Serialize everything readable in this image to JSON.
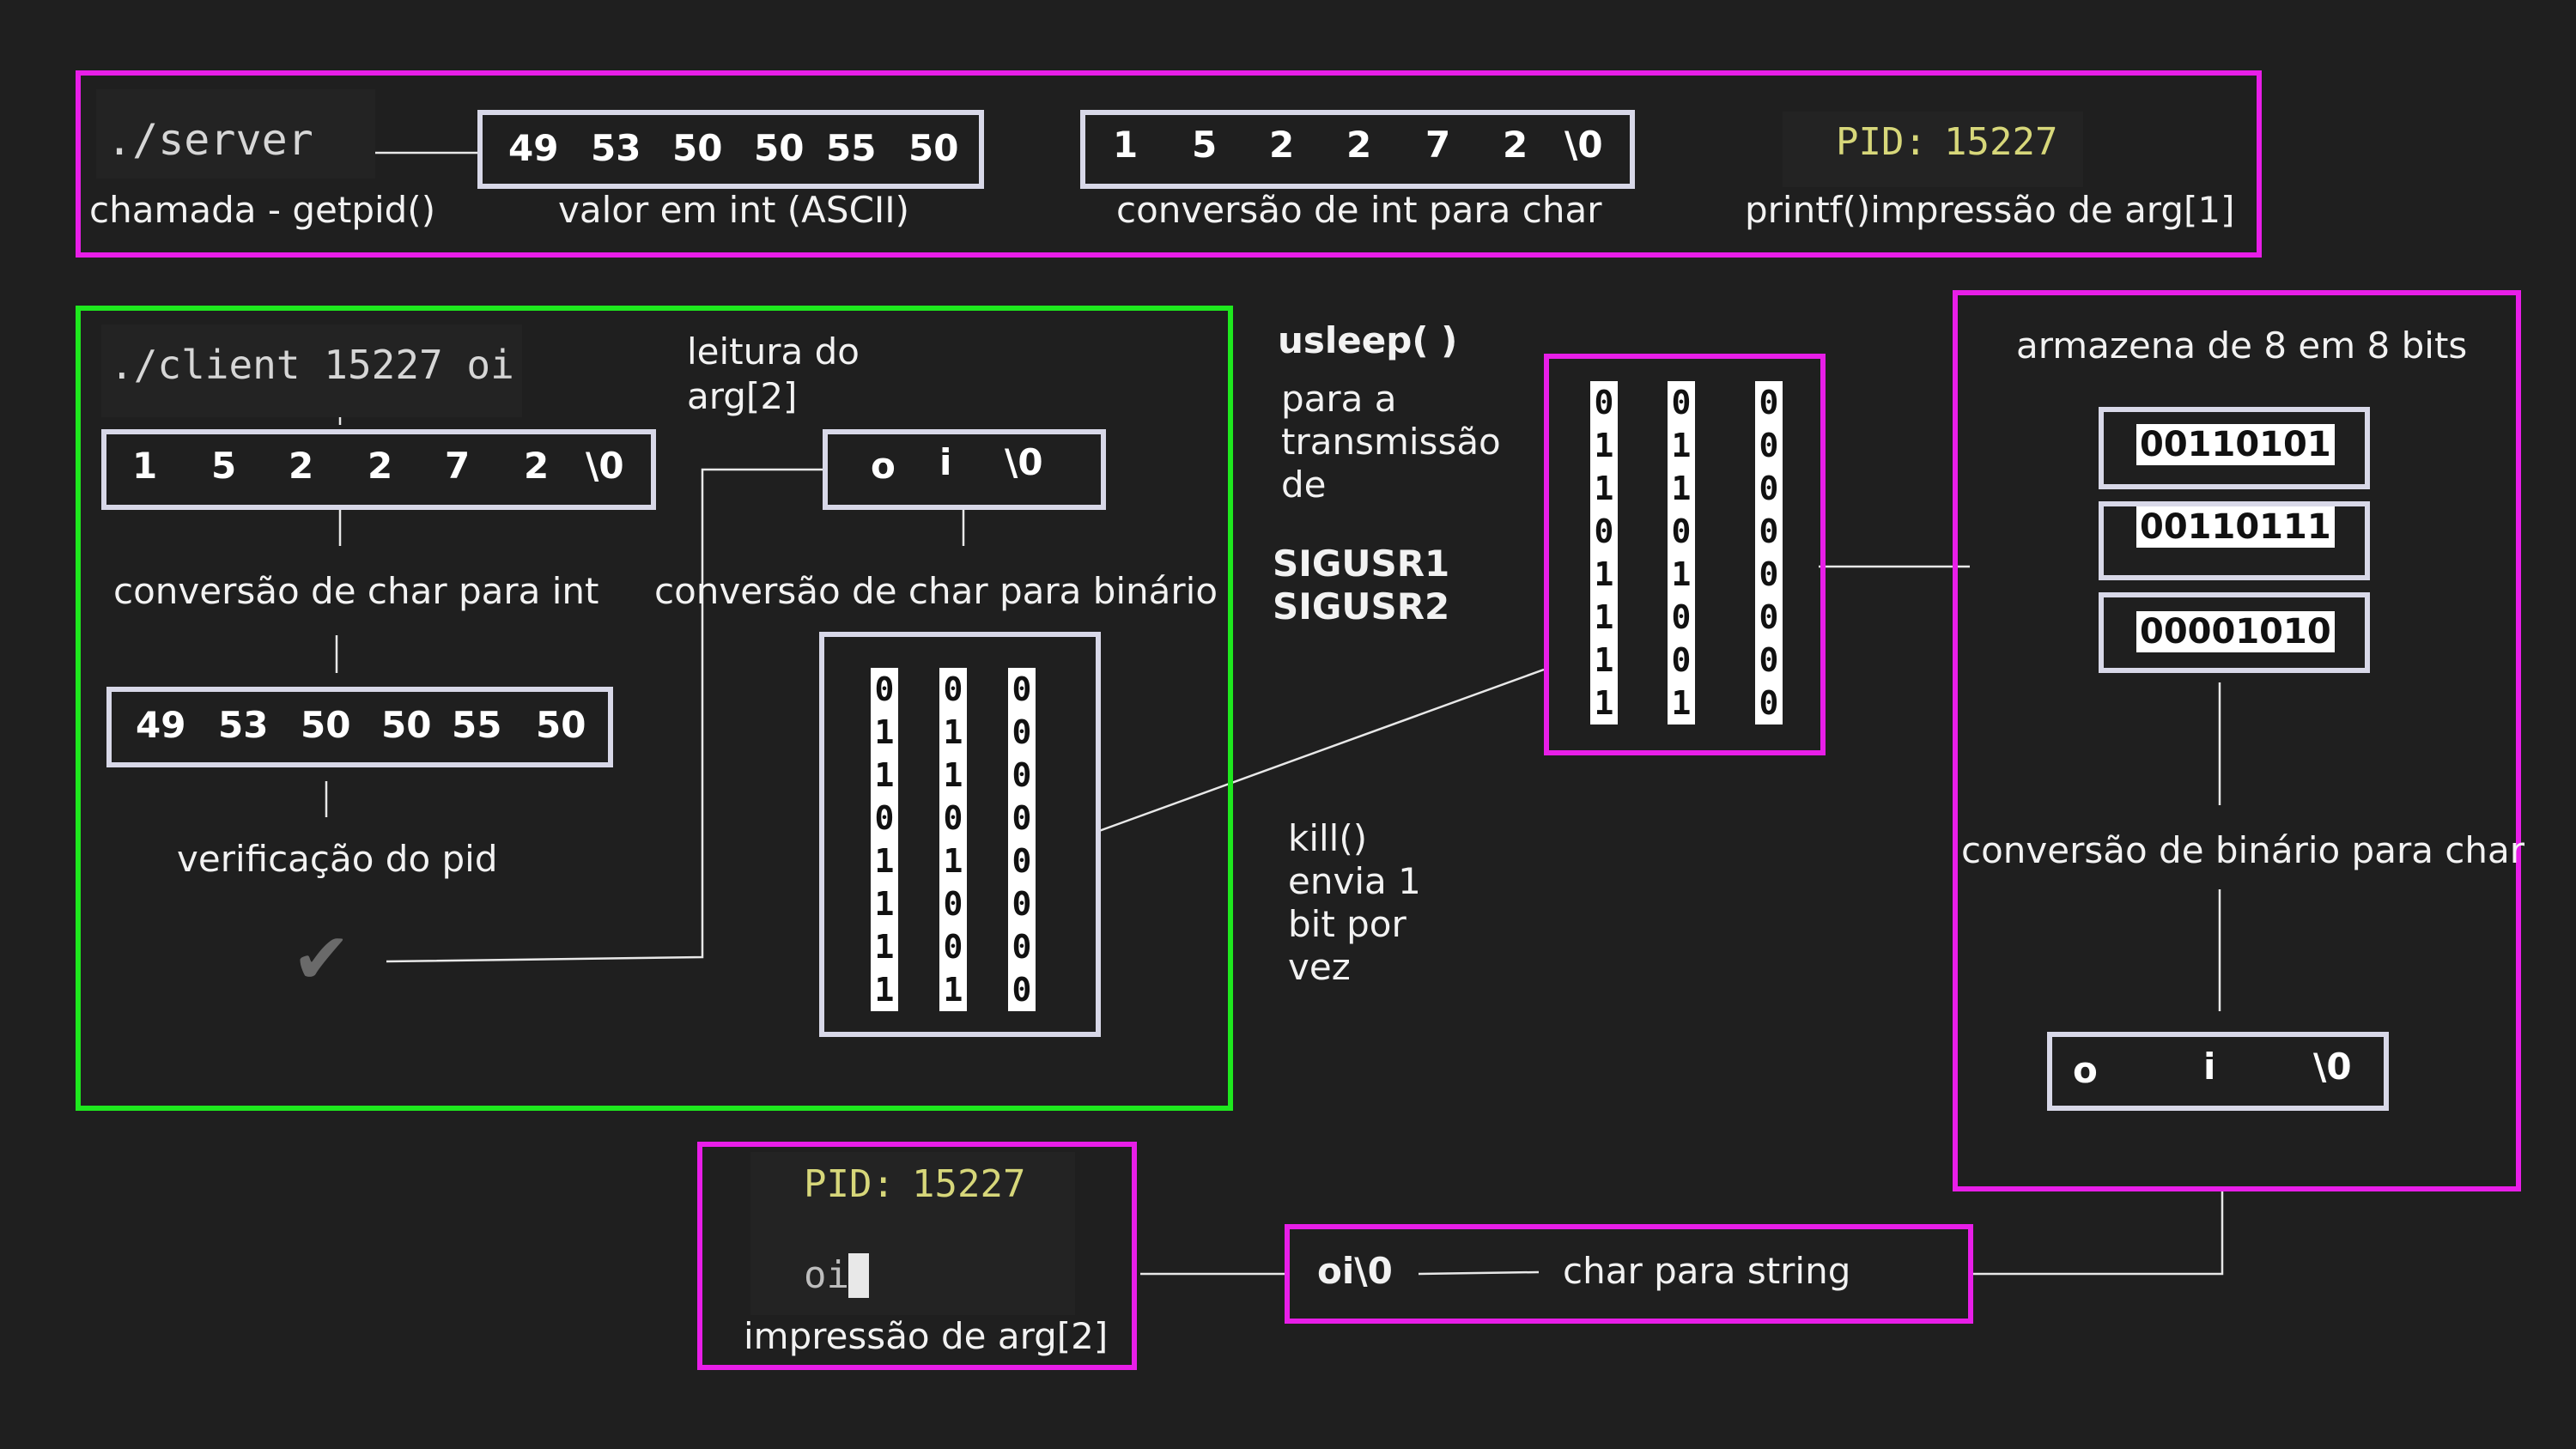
{
  "server": {
    "terminal_cmd": "./server",
    "cap_getpid": "chamada - getpid()",
    "ascii_cells": [
      "49",
      "53",
      "50",
      "50",
      "55",
      "50"
    ],
    "cap_ascii": "valor em int (ASCII)",
    "char_cells": [
      "1",
      "5",
      "2",
      "2",
      "7",
      "2",
      "\\0"
    ],
    "cap_char": "conversão de int para char",
    "pid_label": "PID:",
    "pid_value": "15227",
    "cap_printf": "printf()impressão de arg[1]"
  },
  "client": {
    "terminal_cmd": "./client 15227 oi",
    "cap_read": [
      "leitura do",
      "arg[2]"
    ],
    "pid_chars": [
      "1",
      "5",
      "2",
      "2",
      "7",
      "2",
      "\\0"
    ],
    "msg_chars": [
      "o",
      "i",
      "\\0"
    ],
    "cap_char_int": "conversão de char para int",
    "cap_char_bin": "conversão de char para binário",
    "ascii_cells": [
      "49",
      "53",
      "50",
      "50",
      "55",
      "50"
    ],
    "cap_verify": "verificação do pid",
    "check_mark": "✔",
    "binary_cols": [
      "01101111",
      "01101001",
      "00000000"
    ]
  },
  "transmission": {
    "usleep": "usleep( )",
    "usleep_desc": [
      "para a",
      "transmissão",
      "de"
    ],
    "sig1": "SIGUSR1",
    "sig2": "SIGUSR2",
    "kill_desc": [
      "kill()",
      "envia 1",
      "bit por",
      "vez"
    ],
    "binary_cols": [
      "01101111",
      "01101001",
      "00000000"
    ]
  },
  "receiver": {
    "cap_store": "armazena de 8 em 8 bits",
    "bytes": [
      "00110101",
      "00110111",
      "00001010"
    ],
    "cap_bin_char": "conversão de binário para char",
    "chars": [
      "o",
      "i",
      "\\0"
    ]
  },
  "output": {
    "pid_label": "PID:",
    "pid_value": "15227",
    "printed": "oi",
    "cap_print": "impressão de arg[2]",
    "string_value": "oi\\0",
    "cap_string": "char para string"
  },
  "colors": {
    "magenta": "#e81ee8",
    "green": "#1ee81e",
    "background": "#1f1f1f"
  }
}
